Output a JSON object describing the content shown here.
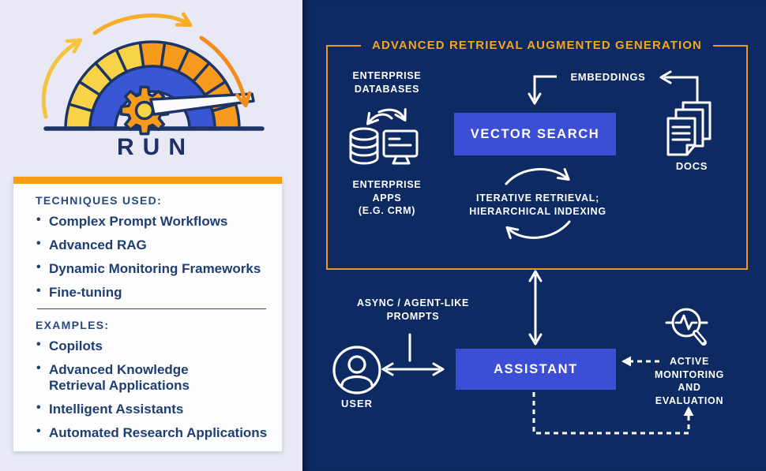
{
  "palette": {
    "light_bg": "#e8e9f5",
    "navy_bg": "#0d2a63",
    "outline_navy": "#1d3566",
    "text_navy": "#1d3e75",
    "heading_navy": "#28487f",
    "accent_orange": "#ef9a1d",
    "title_orange": "#f6a51e",
    "card_bar_orange": "#f79c15",
    "gauge_yellow": "#f8d348",
    "gauge_orange": "#f89b1c",
    "arrow_yellow": "#f4c43c",
    "arrow_amber": "#f6ae27",
    "arrow_orange": "#f28c1e",
    "node_blue": "#3b4ed5",
    "white": "#ffffff"
  },
  "left": {
    "run_label": "RUN",
    "techniques_heading": "TECHNIQUES USED:",
    "techniques": [
      "Complex Prompt Workflows",
      "Advanced RAG",
      "Dynamic Monitoring Frameworks",
      "Fine-tuning"
    ],
    "examples_heading": "EXAMPLES:",
    "examples": [
      "Copilots",
      "Advanced Knowledge\nRetrieval Applications",
      "Intelligent Assistants",
      "Automated Research Applications"
    ]
  },
  "diagram": {
    "box_title": "ADVANCED RETRIEVAL AUGMENTED GENERATION",
    "enterprise_databases": "ENTERPRISE\nDATABASES",
    "enterprise_apps": "ENTERPRISE\nAPPS\n(E.G. CRM)",
    "embeddings": "EMBEDDINGS",
    "vector_search": "VECTOR SEARCH",
    "docs": "DOCS",
    "iterative": "ITERATIVE RETRIEVAL;\nHIERARCHICAL INDEXING",
    "async_prompts": "ASYNC / AGENT-LIKE\nPROMPTS",
    "user": "USER",
    "assistant": "ASSISTANT",
    "monitoring": "ACTIVE\nMONITORING AND\nEVALUATION"
  },
  "icons": {
    "gauge": "gauge-run-icon",
    "databases": "database-sync-icon",
    "docs": "docs-stack-icon",
    "user": "user-icon",
    "monitoring": "magnifier-pulse-icon"
  }
}
